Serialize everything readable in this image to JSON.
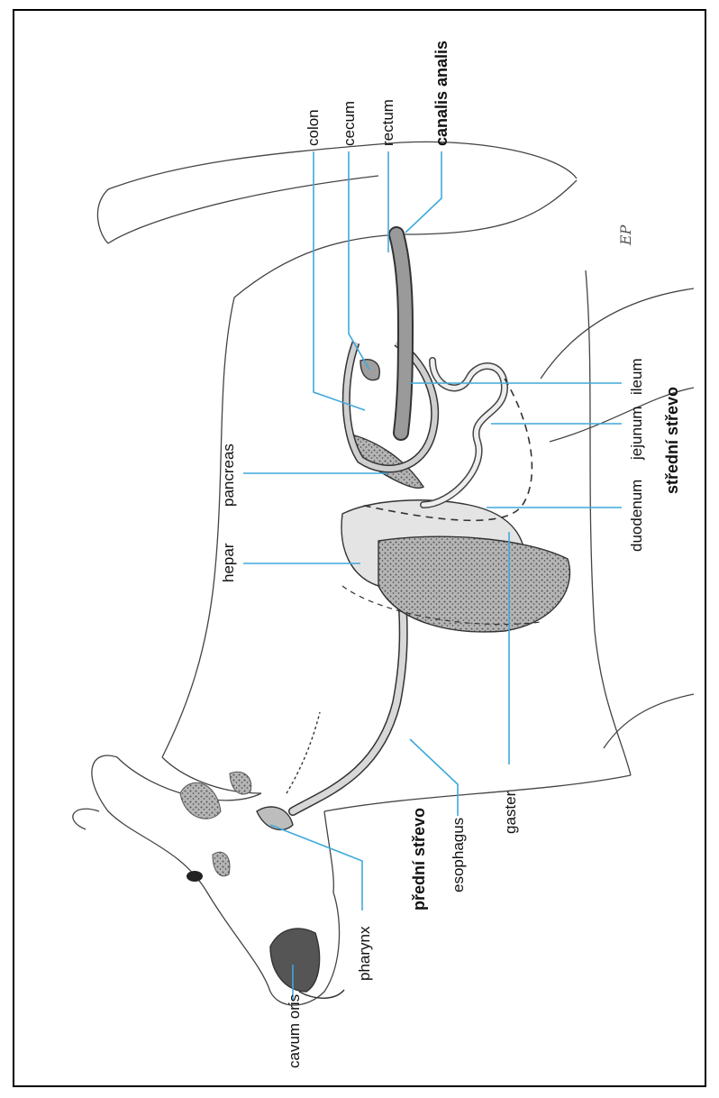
{
  "colors": {
    "leader": "#3fa9dc",
    "outline": "#333333",
    "organ_fill": "#c9c9c9",
    "liver_fill": "#e4e4e4",
    "stippled": "#6b6b6b"
  },
  "signature": "EP",
  "labels": {
    "colon": "colon",
    "cecum": "cecum",
    "rectum": "rectum",
    "canalis_analis": "canalis analis",
    "ileum": "ileum",
    "jejunum": "jejunum",
    "stredni_strevo": "střední střevo",
    "duodenum": "duodenum",
    "pancreas": "pancreas",
    "hepar": "hepar",
    "gaster": "gaster",
    "esophagus": "esophagus",
    "predni_strevo": "přední střevo",
    "pharynx": "pharynx",
    "cavum_oris": "cavum oris"
  }
}
